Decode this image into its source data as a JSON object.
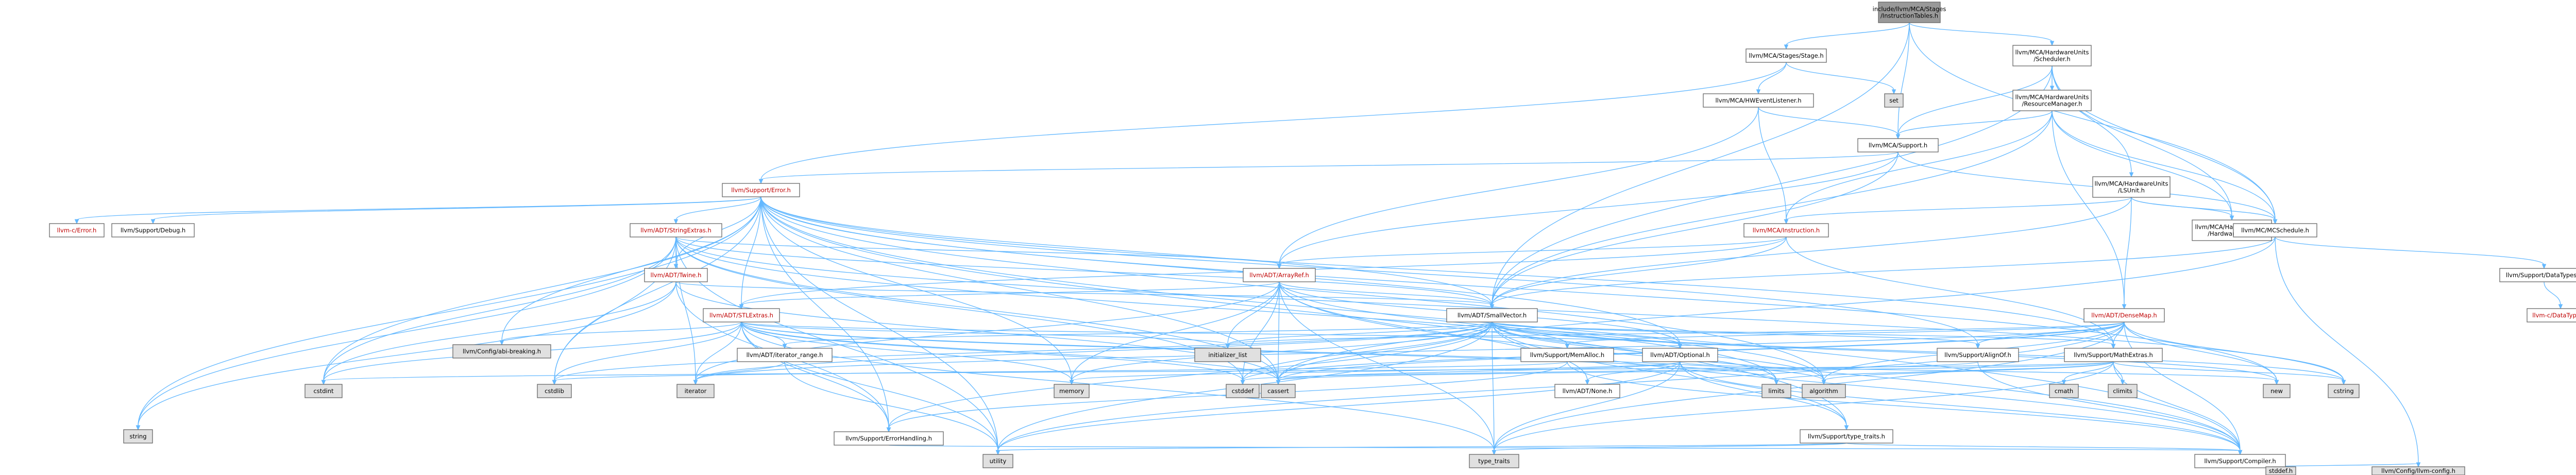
{
  "colors": {
    "edge": "#63b8ff",
    "root_fill": "#999999",
    "node_fill": "#ffffff",
    "system_fill": "#e0e0e0",
    "red_text": "#bf0000",
    "node_border": "#666666"
  },
  "nodes": [
    {
      "id": "root",
      "lines": [
        "include/llvm/MCA/Stages",
        "/InstructionTables.h"
      ],
      "kind": "root"
    },
    {
      "id": "stage",
      "lines": [
        "llvm/MCA/Stages/Stage.h"
      ],
      "kind": "plain"
    },
    {
      "id": "scheduler",
      "lines": [
        "llvm/MCA/HardwareUnits",
        "/Scheduler.h"
      ],
      "kind": "plain"
    },
    {
      "id": "set",
      "lines": [
        "set"
      ],
      "kind": "system"
    },
    {
      "id": "hwlistener",
      "lines": [
        "llvm/MCA/HWEventListener.h"
      ],
      "kind": "plain"
    },
    {
      "id": "resmgr",
      "lines": [
        "llvm/MCA/HardwareUnits",
        "/ResourceManager.h"
      ],
      "kind": "plain"
    },
    {
      "id": "mcasupport",
      "lines": [
        "llvm/MCA/Support.h"
      ],
      "kind": "plain"
    },
    {
      "id": "supporterror",
      "lines": [
        "llvm/Support/Error.h"
      ],
      "kind": "red"
    },
    {
      "id": "lsunit",
      "lines": [
        "llvm/MCA/HardwareUnits",
        "/LSUnit.h"
      ],
      "kind": "plain"
    },
    {
      "id": "cerror",
      "lines": [
        "llvm-c/Error.h"
      ],
      "kind": "red"
    },
    {
      "id": "debug",
      "lines": [
        "llvm/Support/Debug.h"
      ],
      "kind": "plain"
    },
    {
      "id": "stringextras",
      "lines": [
        "llvm/ADT/StringExtras.h"
      ],
      "kind": "red"
    },
    {
      "id": "instruction",
      "lines": [
        "llvm/MCA/Instruction.h"
      ],
      "kind": "red"
    },
    {
      "id": "hwunit",
      "lines": [
        "llvm/MCA/HardwareUnits",
        "/HardwareUnit.h"
      ],
      "kind": "plain"
    },
    {
      "id": "mcschedule",
      "lines": [
        "llvm/MC/MCSchedule.h"
      ],
      "kind": "plain"
    },
    {
      "id": "twine",
      "lines": [
        "llvm/ADT/Twine.h"
      ],
      "kind": "red"
    },
    {
      "id": "arrayref",
      "lines": [
        "llvm/ADT/ArrayRef.h"
      ],
      "kind": "red"
    },
    {
      "id": "datatypes",
      "lines": [
        "llvm/Support/DataTypes.h"
      ],
      "kind": "plain"
    },
    {
      "id": "stlextras",
      "lines": [
        "llvm/ADT/STLExtras.h"
      ],
      "kind": "red"
    },
    {
      "id": "smallvector",
      "lines": [
        "llvm/ADT/SmallVector.h"
      ],
      "kind": "plain"
    },
    {
      "id": "densemap",
      "lines": [
        "llvm/ADT/DenseMap.h"
      ],
      "kind": "red"
    },
    {
      "id": "cdatatypes",
      "lines": [
        "llvm-c/DataTypes.h"
      ],
      "kind": "red"
    },
    {
      "id": "configabi",
      "lines": [
        "llvm/Config/abi-breaking.h"
      ],
      "kind": "system"
    },
    {
      "id": "iterrange",
      "lines": [
        "llvm/ADT/iterator_range.h"
      ],
      "kind": "plain"
    },
    {
      "id": "initlist",
      "lines": [
        "initializer_list"
      ],
      "kind": "system"
    },
    {
      "id": "memalloc",
      "lines": [
        "llvm/Support/MemAlloc.h"
      ],
      "kind": "plain"
    },
    {
      "id": "optional",
      "lines": [
        "llvm/ADT/Optional.h"
      ],
      "kind": "plain"
    },
    {
      "id": "alignof",
      "lines": [
        "llvm/Support/AlignOf.h"
      ],
      "kind": "plain"
    },
    {
      "id": "mathextras",
      "lines": [
        "llvm/Support/MathExtras.h"
      ],
      "kind": "plain"
    },
    {
      "id": "cstdint",
      "lines": [
        "cstdint"
      ],
      "kind": "system"
    },
    {
      "id": "cstdlib",
      "lines": [
        "cstdlib"
      ],
      "kind": "system"
    },
    {
      "id": "iterator",
      "lines": [
        "iterator"
      ],
      "kind": "system"
    },
    {
      "id": "memory",
      "lines": [
        "memory"
      ],
      "kind": "system"
    },
    {
      "id": "cstddef",
      "lines": [
        "cstddef"
      ],
      "kind": "system"
    },
    {
      "id": "cassert",
      "lines": [
        "cassert"
      ],
      "kind": "system"
    },
    {
      "id": "none",
      "lines": [
        "llvm/ADT/None.h"
      ],
      "kind": "plain"
    },
    {
      "id": "limits",
      "lines": [
        "limits"
      ],
      "kind": "system"
    },
    {
      "id": "algorithm",
      "lines": [
        "algorithm"
      ],
      "kind": "system"
    },
    {
      "id": "cmath",
      "lines": [
        "cmath"
      ],
      "kind": "system"
    },
    {
      "id": "climits",
      "lines": [
        "climits"
      ],
      "kind": "system"
    },
    {
      "id": "new",
      "lines": [
        "new"
      ],
      "kind": "system"
    },
    {
      "id": "cstring",
      "lines": [
        "cstring"
      ],
      "kind": "system"
    },
    {
      "id": "errhandling",
      "lines": [
        "llvm/Support/ErrorHandling.h"
      ],
      "kind": "plain"
    },
    {
      "id": "typetraits_llvm",
      "lines": [
        "llvm/Support/type_traits.h"
      ],
      "kind": "plain"
    },
    {
      "id": "string",
      "lines": [
        "string"
      ],
      "kind": "system"
    },
    {
      "id": "utility",
      "lines": [
        "utility"
      ],
      "kind": "system"
    },
    {
      "id": "type_traits",
      "lines": [
        "type_traits"
      ],
      "kind": "system"
    },
    {
      "id": "compiler",
      "lines": [
        "llvm/Support/Compiler.h"
      ],
      "kind": "plain"
    },
    {
      "id": "stddef",
      "lines": [
        "stddef.h"
      ],
      "kind": "system"
    },
    {
      "id": "configllvm",
      "lines": [
        "llvm/Config/llvm-config.h"
      ],
      "kind": "system"
    }
  ],
  "edges": [
    [
      "root",
      "stage"
    ],
    [
      "root",
      "scheduler"
    ],
    [
      "root",
      "mcasupport"
    ],
    [
      "root",
      "smallvector"
    ],
    [
      "root",
      "mcschedule"
    ],
    [
      "stage",
      "supporterror"
    ],
    [
      "stage",
      "hwlistener"
    ],
    [
      "stage",
      "set"
    ],
    [
      "scheduler",
      "resmgr"
    ],
    [
      "scheduler",
      "mcasupport"
    ],
    [
      "scheduler",
      "lsunit"
    ],
    [
      "scheduler",
      "hwunit"
    ],
    [
      "scheduler",
      "mcschedule"
    ],
    [
      "scheduler",
      "smallvector"
    ],
    [
      "hwlistener",
      "mcasupport"
    ],
    [
      "hwlistener",
      "instruction"
    ],
    [
      "hwlistener",
      "arrayref"
    ],
    [
      "resmgr",
      "mcasupport"
    ],
    [
      "resmgr",
      "instruction"
    ],
    [
      "resmgr",
      "hwunit"
    ],
    [
      "resmgr",
      "mcschedule"
    ],
    [
      "resmgr",
      "densemap"
    ],
    [
      "resmgr",
      "smallvector"
    ],
    [
      "mcasupport",
      "supporterror"
    ],
    [
      "mcasupport",
      "arrayref"
    ],
    [
      "mcasupport",
      "smallvector"
    ],
    [
      "mcasupport",
      "mcschedule"
    ],
    [
      "lsunit",
      "instruction"
    ],
    [
      "lsunit",
      "hwunit"
    ],
    [
      "lsunit",
      "mcschedule"
    ],
    [
      "lsunit",
      "densemap"
    ],
    [
      "lsunit",
      "smallvector"
    ],
    [
      "supporterror",
      "cerror"
    ],
    [
      "supporterror",
      "debug"
    ],
    [
      "supporterror",
      "stringextras"
    ],
    [
      "supporterror",
      "twine"
    ],
    [
      "supporterror",
      "stlextras"
    ],
    [
      "supporterror",
      "smallvector"
    ],
    [
      "supporterror",
      "configabi"
    ],
    [
      "supporterror",
      "alignof"
    ],
    [
      "supporterror",
      "compiler"
    ],
    [
      "supporterror",
      "errhandling"
    ],
    [
      "supporterror",
      "typetraits_llvm"
    ],
    [
      "supporterror",
      "algorithm"
    ],
    [
      "supporterror",
      "cassert"
    ],
    [
      "supporterror",
      "cstdint"
    ],
    [
      "supporterror",
      "cstdlib"
    ],
    [
      "supporterror",
      "memory"
    ],
    [
      "supporterror",
      "new"
    ],
    [
      "supporterror",
      "string"
    ],
    [
      "supporterror",
      "utility"
    ],
    [
      "supporterror",
      "mathextras"
    ],
    [
      "supporterror",
      "optional"
    ],
    [
      "stringextras",
      "arrayref"
    ],
    [
      "stringextras",
      "twine"
    ],
    [
      "stringextras",
      "smallvector"
    ],
    [
      "stringextras",
      "iterator"
    ],
    [
      "stringextras",
      "cstdint"
    ],
    [
      "stringextras",
      "cstddef"
    ],
    [
      "stringextras",
      "cstdlib"
    ],
    [
      "stringextras",
      "string"
    ],
    [
      "stringextras",
      "utility"
    ],
    [
      "stringextras",
      "cstring"
    ],
    [
      "stringextras",
      "cassert"
    ],
    [
      "stringextras",
      "limits"
    ],
    [
      "instruction",
      "arrayref"
    ],
    [
      "instruction",
      "stlextras"
    ],
    [
      "instruction",
      "smallvector"
    ],
    [
      "instruction",
      "mathextras"
    ],
    [
      "mcschedule",
      "datatypes"
    ],
    [
      "mcschedule",
      "configllvm"
    ],
    [
      "mcschedule",
      "smallvector"
    ],
    [
      "mcschedule",
      "cassert"
    ],
    [
      "datatypes",
      "cdatatypes"
    ],
    [
      "twine",
      "smallvector"
    ],
    [
      "twine",
      "errhandling"
    ],
    [
      "twine",
      "cassert"
    ],
    [
      "twine",
      "cstdint"
    ],
    [
      "twine",
      "string"
    ],
    [
      "arrayref",
      "stlextras"
    ],
    [
      "arrayref",
      "smallvector"
    ],
    [
      "arrayref",
      "compiler"
    ],
    [
      "arrayref",
      "algorithm"
    ],
    [
      "arrayref",
      "array"
    ],
    [
      "arrayref",
      "cassert"
    ],
    [
      "arrayref",
      "cstddef"
    ],
    [
      "arrayref",
      "initlist"
    ],
    [
      "arrayref",
      "iterator"
    ],
    [
      "arrayref",
      "memory"
    ],
    [
      "arrayref",
      "type_traits"
    ],
    [
      "arrayref",
      "vector"
    ],
    [
      "arrayref",
      "none"
    ],
    [
      "arrayref",
      "optional"
    ],
    [
      "stlextras",
      "configabi"
    ],
    [
      "stlextras",
      "iterrange"
    ],
    [
      "stlextras",
      "errhandling"
    ],
    [
      "stlextras",
      "algorithm"
    ],
    [
      "stlextras",
      "cassert"
    ],
    [
      "stlextras",
      "cstddef"
    ],
    [
      "stlextras",
      "cstdint"
    ],
    [
      "stlextras",
      "cstdlib"
    ],
    [
      "stlextras",
      "initlist"
    ],
    [
      "stlextras",
      "iterator"
    ],
    [
      "stlextras",
      "limits"
    ],
    [
      "stlextras",
      "memory"
    ],
    [
      "stlextras",
      "tuple"
    ],
    [
      "stlextras",
      "type_traits"
    ],
    [
      "stlextras",
      "utility"
    ],
    [
      "stlextras",
      "optional"
    ],
    [
      "smallvector",
      "compiler"
    ],
    [
      "smallvector",
      "memalloc"
    ],
    [
      "smallvector",
      "type_traits"
    ],
    [
      "smallvector",
      "algorithm"
    ],
    [
      "smallvector",
      "cassert"
    ],
    [
      "smallvector",
      "cstddef"
    ],
    [
      "smallvector",
      "cstdlib"
    ],
    [
      "smallvector",
      "cstring"
    ],
    [
      "smallvector",
      "functional"
    ],
    [
      "smallvector",
      "initlist"
    ],
    [
      "smallvector",
      "iterator"
    ],
    [
      "smallvector",
      "limits"
    ],
    [
      "smallvector",
      "memory"
    ],
    [
      "smallvector",
      "new"
    ],
    [
      "smallvector",
      "utility"
    ],
    [
      "smallvector",
      "iterrange"
    ],
    [
      "smallvector",
      "optional"
    ],
    [
      "smallvector",
      "alignof"
    ],
    [
      "smallvector",
      "mathextras"
    ],
    [
      "smallvector",
      "typetraits_llvm"
    ],
    [
      "smallvector",
      "errhandling"
    ],
    [
      "densemap",
      "alignof"
    ],
    [
      "densemap",
      "compiler"
    ],
    [
      "densemap",
      "mathextras"
    ],
    [
      "densemap",
      "memalloc"
    ],
    [
      "densemap",
      "type_traits"
    ],
    [
      "densemap",
      "algorithm"
    ],
    [
      "densemap",
      "cassert"
    ],
    [
      "densemap",
      "cstddef"
    ],
    [
      "densemap",
      "cstring"
    ],
    [
      "densemap",
      "initlist"
    ],
    [
      "densemap",
      "iterator"
    ],
    [
      "densemap",
      "new"
    ],
    [
      "densemap",
      "utility"
    ],
    [
      "iterrange",
      "iterator"
    ],
    [
      "iterrange",
      "utility"
    ],
    [
      "memalloc",
      "compiler"
    ],
    [
      "memalloc",
      "errhandling"
    ],
    [
      "memalloc",
      "cstdlib"
    ],
    [
      "optional",
      "none"
    ],
    [
      "optional",
      "compiler"
    ],
    [
      "optional",
      "typetraits_llvm"
    ],
    [
      "optional",
      "cassert"
    ],
    [
      "optional",
      "memory"
    ],
    [
      "optional",
      "new"
    ],
    [
      "optional",
      "utility"
    ],
    [
      "optional",
      "type_traits"
    ],
    [
      "alignof",
      "compiler"
    ],
    [
      "alignof",
      "cstddef"
    ],
    [
      "mathextras",
      "compiler"
    ],
    [
      "mathextras",
      "cassert"
    ],
    [
      "mathextras",
      "algorithm"
    ],
    [
      "mathextras",
      "climits"
    ],
    [
      "mathextras",
      "cmath"
    ],
    [
      "mathextras",
      "cstdint"
    ],
    [
      "mathextras",
      "cstring"
    ],
    [
      "mathextras",
      "limits"
    ],
    [
      "mathextras",
      "type_traits"
    ],
    [
      "errhandling",
      "compiler"
    ],
    [
      "typetraits_llvm",
      "compiler"
    ],
    [
      "typetraits_llvm",
      "type_traits"
    ],
    [
      "typetraits_llvm",
      "utility"
    ],
    [
      "compiler",
      "configllvm"
    ],
    [
      "compiler",
      "stddef"
    ]
  ]
}
